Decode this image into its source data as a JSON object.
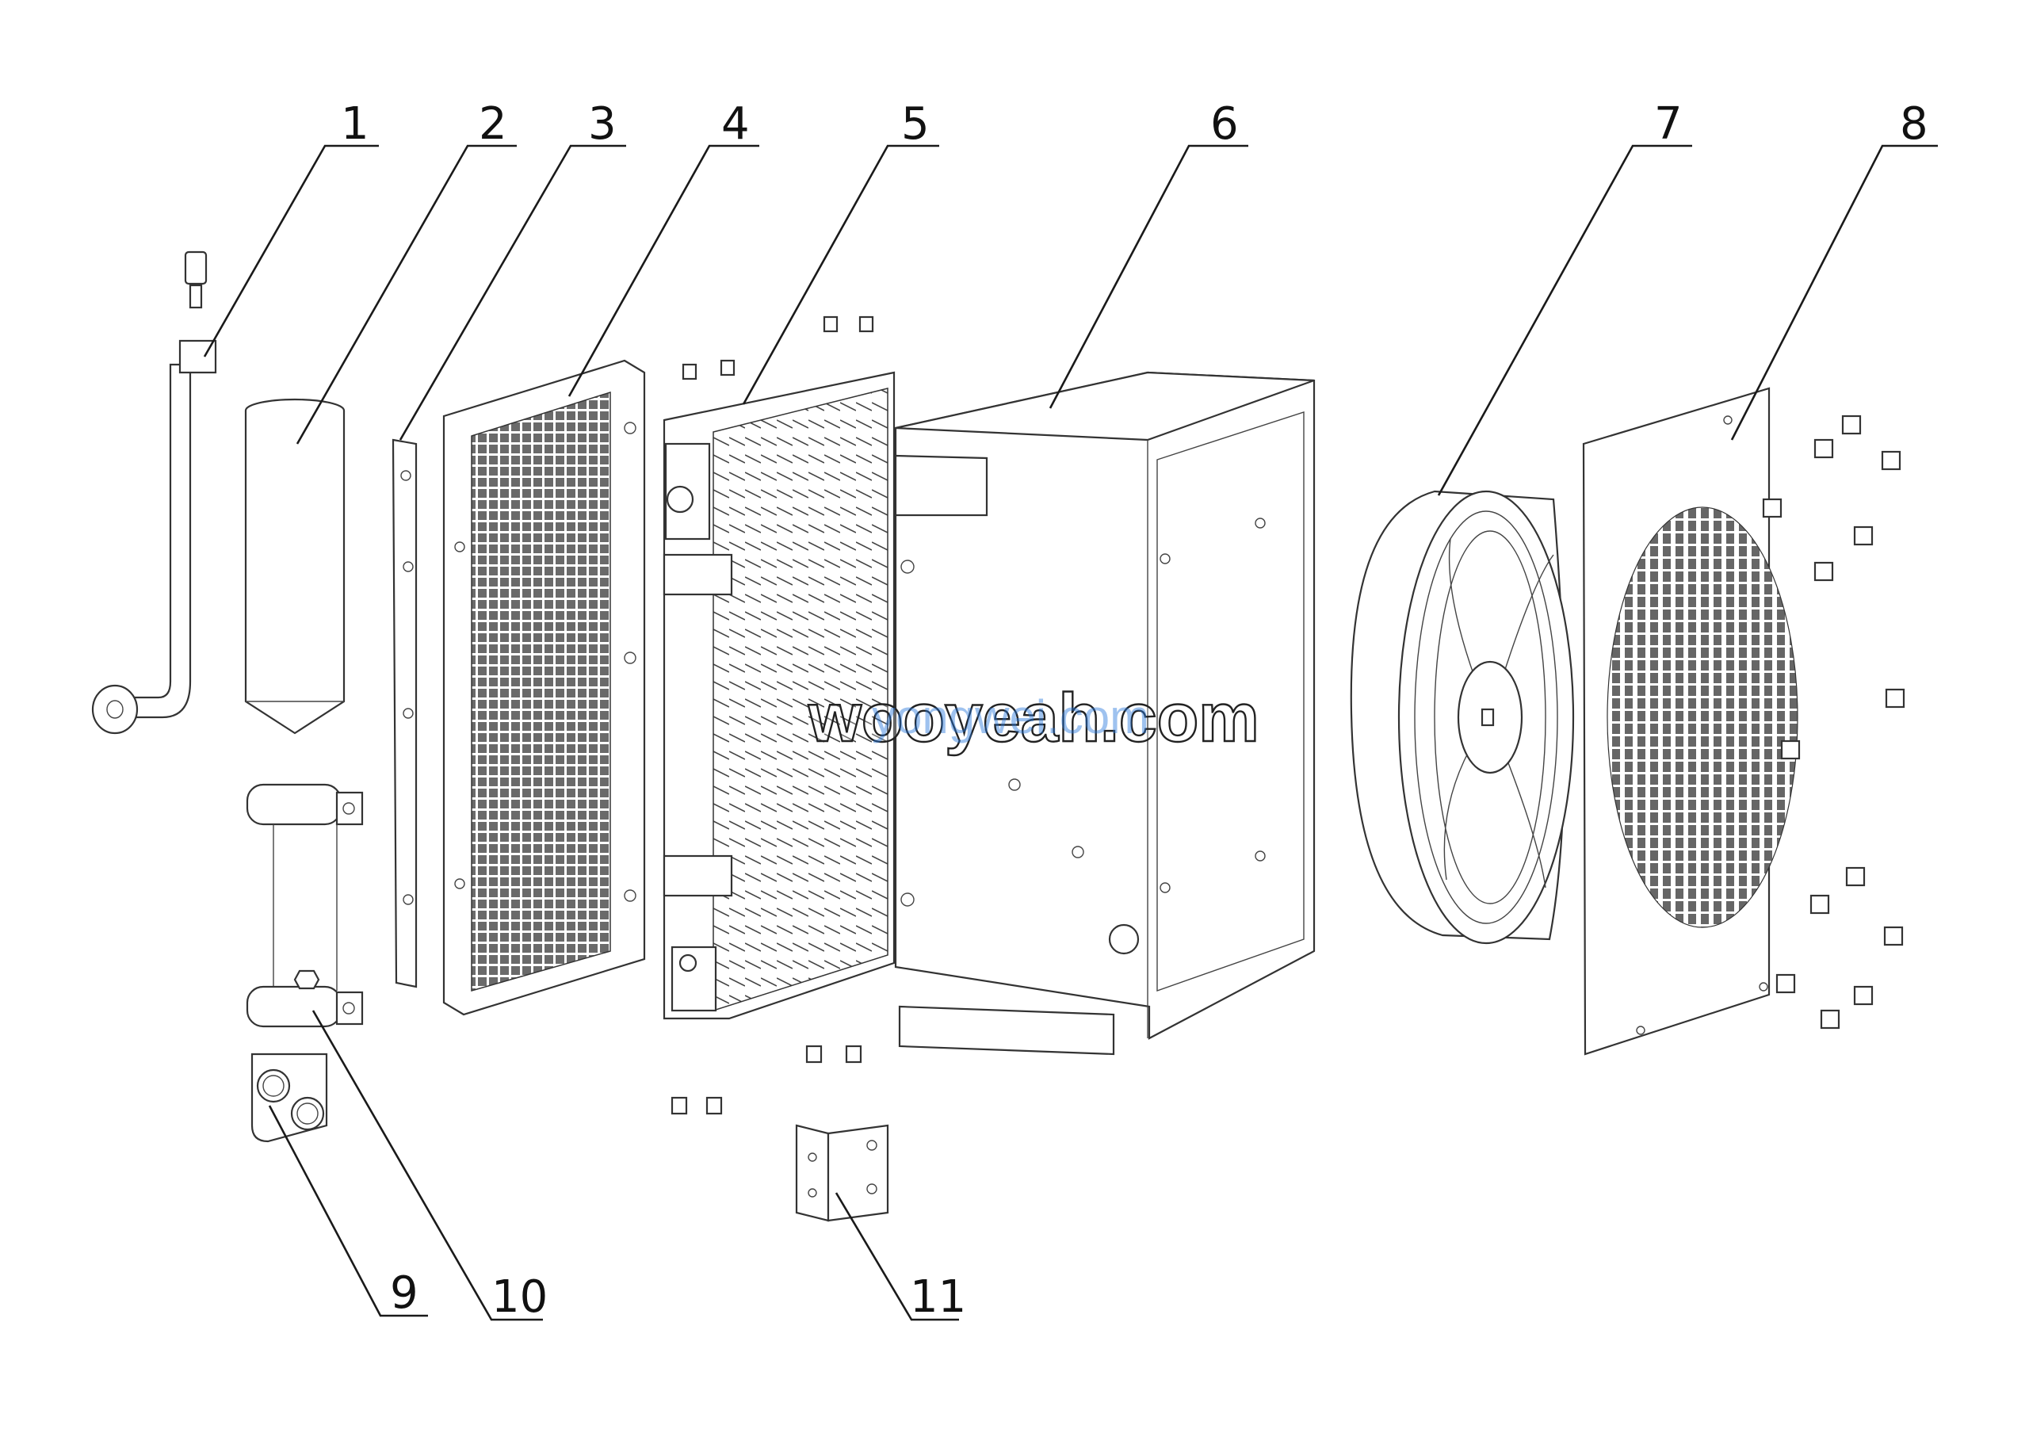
{
  "callouts": [
    {
      "num": "1"
    },
    {
      "num": "2"
    },
    {
      "num": "3"
    },
    {
      "num": "4"
    },
    {
      "num": "5"
    },
    {
      "num": "6"
    },
    {
      "num": "7"
    },
    {
      "num": "8"
    },
    {
      "num": "9"
    },
    {
      "num": "10"
    },
    {
      "num": "11"
    }
  ],
  "watermark": {
    "main": "wooyeah.com",
    "secondary": "yongwei.com"
  },
  "colors": {
    "line": "#333333",
    "background": "#ffffff",
    "watermark_blue": "#2878dc"
  },
  "icons": [
    "bolt-icon",
    "fan-icon",
    "grille-icon"
  ]
}
